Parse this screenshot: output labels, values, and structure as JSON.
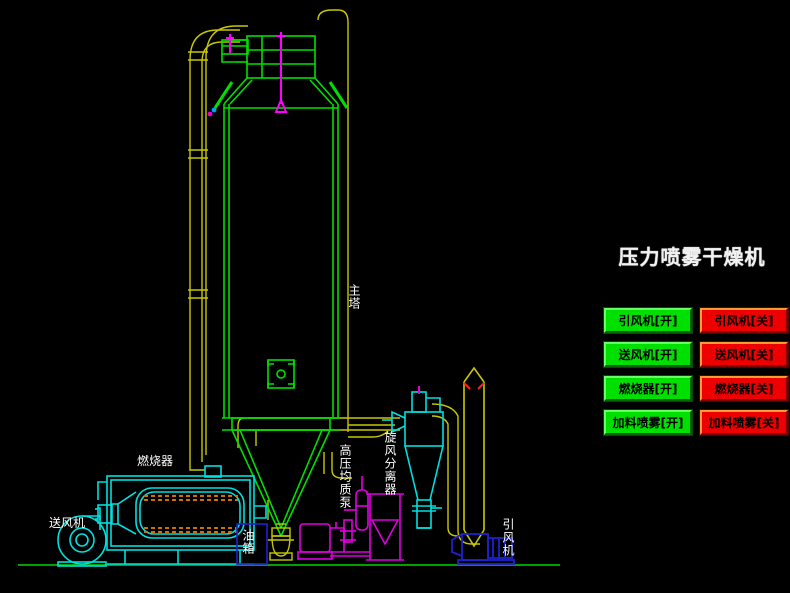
{
  "panel": {
    "title": "压力喷雾干燥机",
    "buttons": [
      {
        "name": "induced-draft-fan-on",
        "label": "引风机[开]",
        "state": "on"
      },
      {
        "name": "induced-draft-fan-off",
        "label": "引风机[关]",
        "state": "off"
      },
      {
        "name": "blower-fan-on",
        "label": "送风机[开]",
        "state": "on"
      },
      {
        "name": "blower-fan-off",
        "label": "送风机[关]",
        "state": "off"
      },
      {
        "name": "burner-on",
        "label": "燃烧器[开]",
        "state": "on"
      },
      {
        "name": "burner-off",
        "label": "燃烧器[关]",
        "state": "off"
      },
      {
        "name": "feed-spray-on",
        "label": "加料喷雾[开]",
        "state": "on"
      },
      {
        "name": "feed-spray-off",
        "label": "加料喷雾[关]",
        "state": "off"
      }
    ],
    "colors": {
      "on_fill": "#00e000",
      "off_fill": "#ee0000",
      "title_text": "#f2f2f2"
    }
  },
  "diagram": {
    "labels": {
      "main_tower": "主塔",
      "high_pressure_pump": "高压均质泵",
      "cyclone_separator": "旋风分离器",
      "burner": "燃烧器",
      "blower_fan": "送风机",
      "oil_tank": "油箱",
      "induced_draft_fan": "引风机"
    },
    "colors": {
      "background": "#000000",
      "tower_green": "#00e000",
      "duct_yellow": "#c8c800",
      "boiler_cyan": "#00e0e0",
      "pump_magenta": "#e000e0",
      "fan_blue": "#2020d0",
      "ground_green": "#00a000",
      "accent_orange": "#d07000",
      "atomizer_pink": "#ff00ff"
    }
  }
}
